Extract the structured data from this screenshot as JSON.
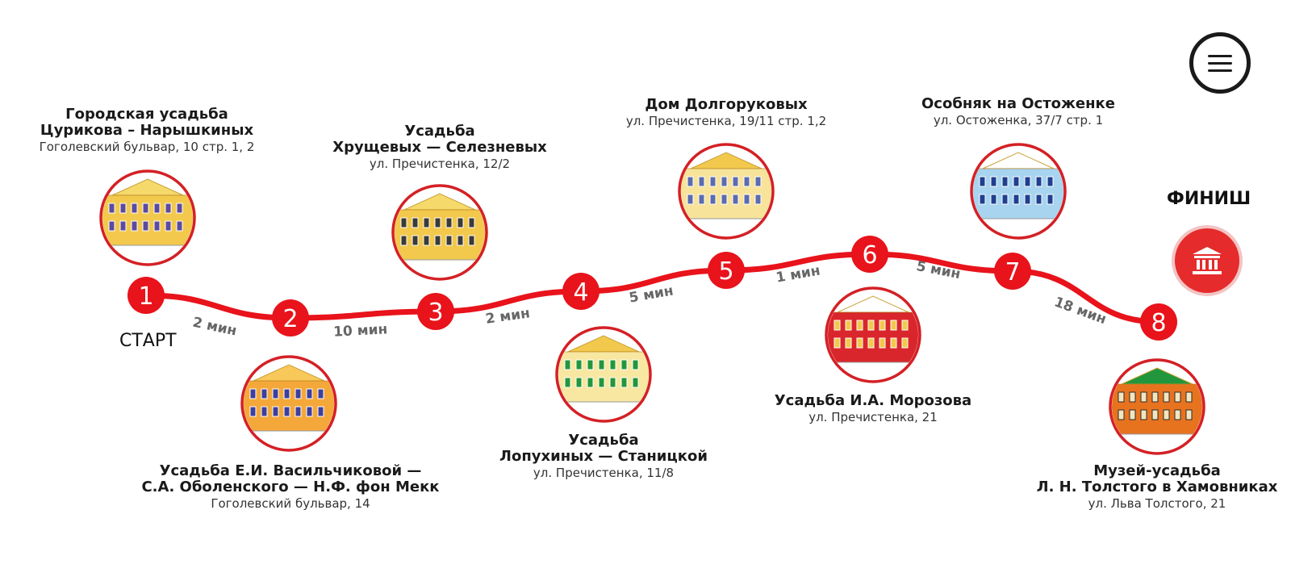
{
  "menu": {
    "icon": "hamburger-menu-icon"
  },
  "start_label": "СТАРТ",
  "finish_label": "ФИНИШ",
  "finish_icon": "museum-building-icon",
  "colors": {
    "route": "#e8131b",
    "ring": "#d42025",
    "finish": "#e52b2b",
    "duration_text": "#666666"
  },
  "stops": [
    {
      "number": "1",
      "title_lines": [
        "Городская усадьба",
        "Цурикова – Нарышкиных"
      ],
      "address": "Гоголевский бульвар, 10 стр. 1, 2",
      "illustration": "yellow-manor-building-icon"
    },
    {
      "number": "2",
      "title_lines": [
        "Усадьба Е.И. Васильчиковой —",
        "С.А. Оболенского — Н.Ф. фон Мекк"
      ],
      "address": "Гоголевский бульвар, 14",
      "illustration": "orange-manor-building-icon"
    },
    {
      "number": "3",
      "title_lines": [
        "Усадьба",
        "Хрущевых — Селезневых"
      ],
      "address": "ул. Пречистенка, 12/2",
      "illustration": "yellow-colonnade-building-icon"
    },
    {
      "number": "4",
      "title_lines": [
        "Усадьба",
        "Лопухиных — Станицкой"
      ],
      "address": "ул. Пречистенка, 11/8",
      "illustration": "yellow-green-portico-building-icon"
    },
    {
      "number": "5",
      "title_lines": [
        "Дом Долгоруковых"
      ],
      "address": "ул. Пречистенка, 19/11 стр. 1,2",
      "illustration": "cream-palace-building-icon"
    },
    {
      "number": "6",
      "title_lines": [
        "Усадьба И.А. Морозова"
      ],
      "address": "ул. Пречистенка, 21",
      "illustration": "red-manor-building-icon"
    },
    {
      "number": "7",
      "title_lines": [
        "Особняк на Остоженке"
      ],
      "address": "ул. Остоженка, 37/7 стр. 1",
      "illustration": "blue-columned-mansion-icon"
    },
    {
      "number": "8",
      "title_lines": [
        "Музей-усадьба",
        "Л. Н. Толстого в Хамовниках"
      ],
      "address": "ул. Льва Толстого, 21",
      "illustration": "orange-green-house-icon"
    }
  ],
  "segments": [
    {
      "duration": "2 мин"
    },
    {
      "duration": "10 мин"
    },
    {
      "duration": "2 мин"
    },
    {
      "duration": "5 мин"
    },
    {
      "duration": "1 мин"
    },
    {
      "duration": "5 мин"
    },
    {
      "duration": "18 мин"
    }
  ]
}
